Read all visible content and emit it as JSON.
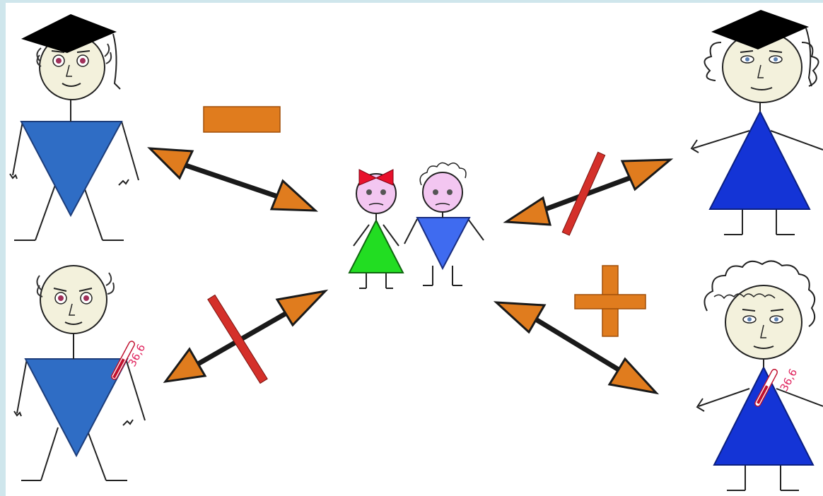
{
  "colors": {
    "frame": "#cfe6ec",
    "background": "#ffffff",
    "skin": "#f3f1dc",
    "child_skin": "#f3c6f1",
    "male_body": "#2f6dc5",
    "female_body": "#1434d6",
    "girl_body": "#22dd22",
    "boy_body": "#3f6bf0",
    "bow": "#e8102b",
    "cap": "#000000",
    "arrow_fill": "#e07c1e",
    "arrow_shaft": "#1a1a1a",
    "sign_fill": "#e07c1e",
    "cross_out": "#d4302a",
    "thermometer": "#c0102e",
    "thermometer_text": "#e0245e"
  },
  "figures": [
    {
      "role": "top-left",
      "description_icon": "graduate-man-icon"
    },
    {
      "role": "bottom-left",
      "description_icon": "sick-man-icon"
    },
    {
      "role": "top-right",
      "description_icon": "graduate-woman-icon"
    },
    {
      "role": "bottom-right",
      "description_icon": "sick-woman-icon"
    },
    {
      "role": "center",
      "description_icon": "children-pair-icon"
    }
  ],
  "signs": {
    "minus": "minus-sign-icon",
    "plus": "plus-sign-icon"
  },
  "thermometer_readings": {
    "man": "36,6",
    "woman": "36,6"
  }
}
